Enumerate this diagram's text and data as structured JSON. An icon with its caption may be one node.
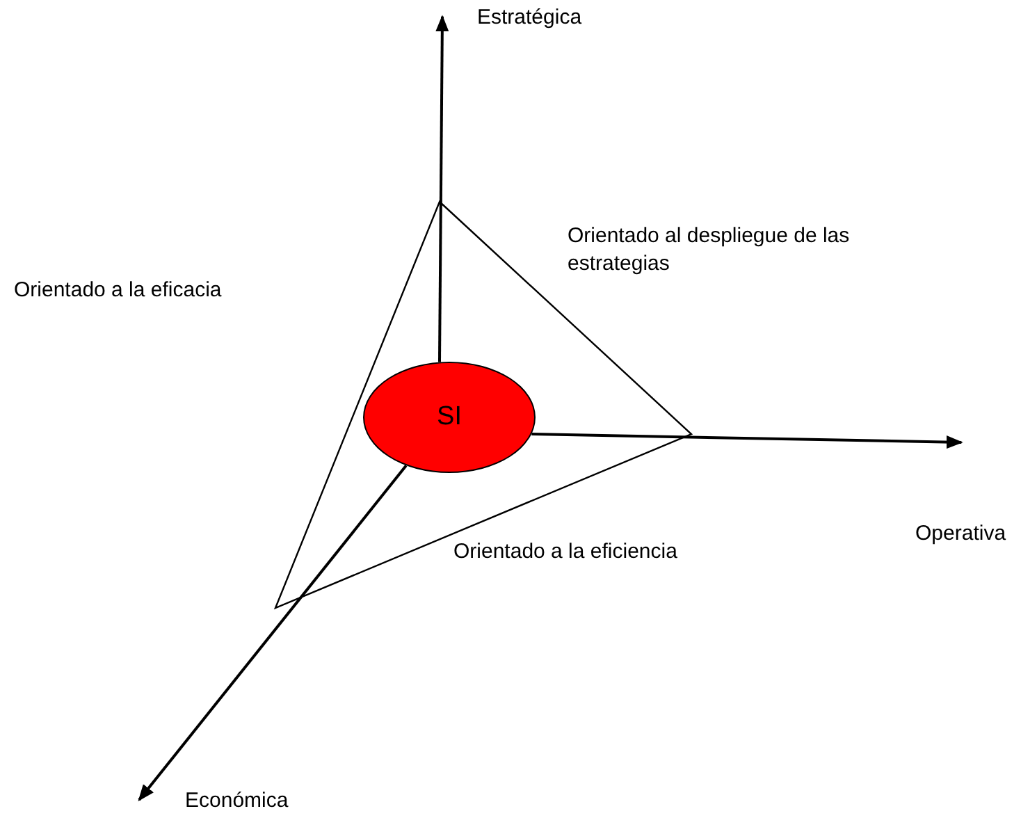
{
  "diagram": {
    "nodes": [
      {
        "text": [
          "SI"
        ]
      },
      {
        "text": [
          "Estratégica"
        ]
      },
      {
        "text": [
          "Operativa"
        ]
      },
      {
        "text": [
          "Económica"
        ]
      }
    ],
    "edges": [
      {
        "from": 0,
        "to": 1,
        "arrow": "to"
      },
      {
        "from": 0,
        "to": 2,
        "arrow": "to"
      },
      {
        "from": 0,
        "to": 3,
        "arrow": "to"
      }
    ],
    "labels": [
      "Orientado al despliegue de las estrategias",
      "Orientado a la eficacia",
      "Orientado a la eficiencia"
    ]
  }
}
